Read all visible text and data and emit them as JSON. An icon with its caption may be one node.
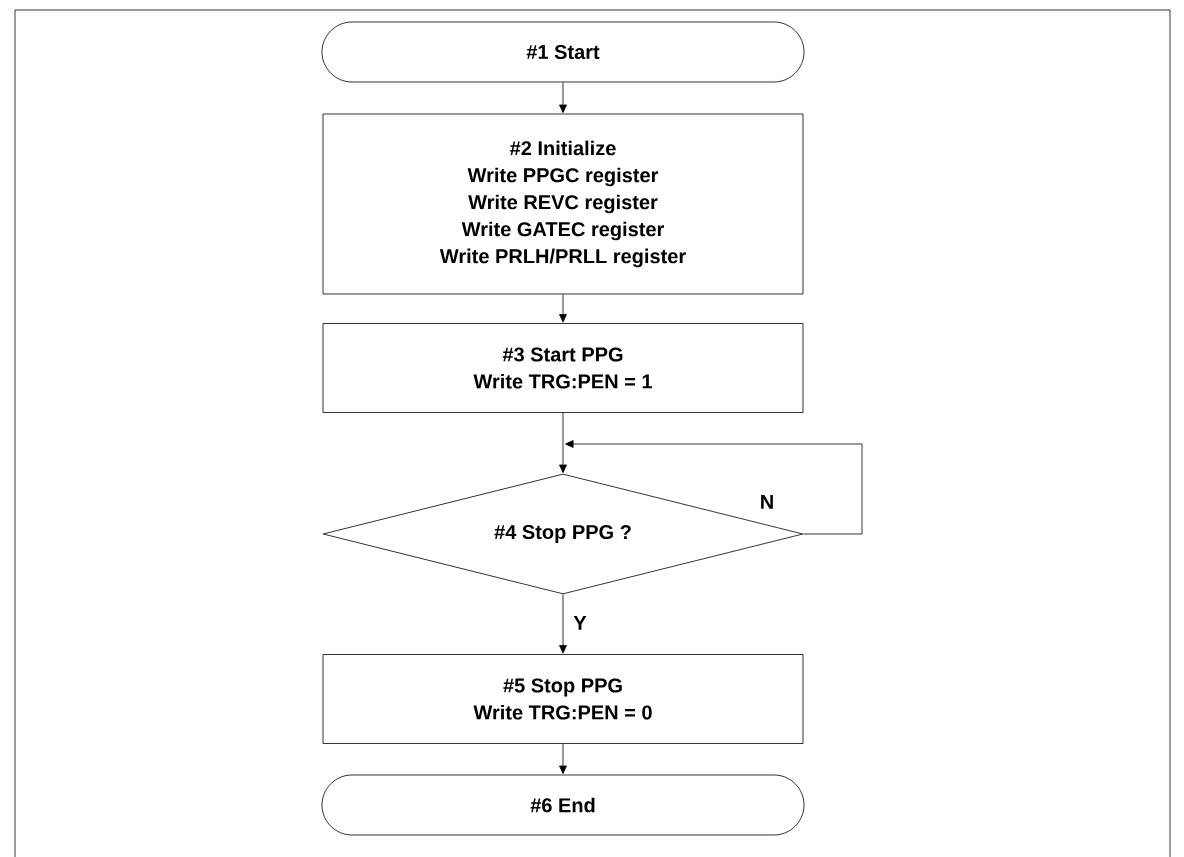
{
  "diagram": {
    "nodes": [
      {
        "text": [
          "#1 Start"
        ]
      },
      {
        "text": [
          "#2 Initialize",
          "Write PPGC register",
          "Write REVC register",
          "Write GATEC register",
          "Write PRLH/PRLL register"
        ]
      },
      {
        "text": [
          "#3 Start PPG",
          "Write TRG:PEN = 1"
        ]
      },
      {
        "text": [
          "#4 Stop PPG ?"
        ]
      },
      {
        "text": [
          "#5 Stop PPG",
          "Write TRG:PEN = 0"
        ]
      },
      {
        "text": [
          "#6 End"
        ]
      }
    ],
    "edges": [
      {
        "from": 0,
        "to": 1,
        "arrow": "to"
      },
      {
        "from": 1,
        "to": 2,
        "arrow": "to"
      },
      {
        "from": 2,
        "to": 3,
        "arrow": "to"
      },
      {
        "from": 3,
        "to": 3,
        "arrow": "to",
        "label": "N"
      },
      {
        "from": 3,
        "to": 4,
        "arrow": "to",
        "label": "Y"
      },
      {
        "from": 4,
        "to": 5,
        "arrow": "to"
      }
    ]
  }
}
